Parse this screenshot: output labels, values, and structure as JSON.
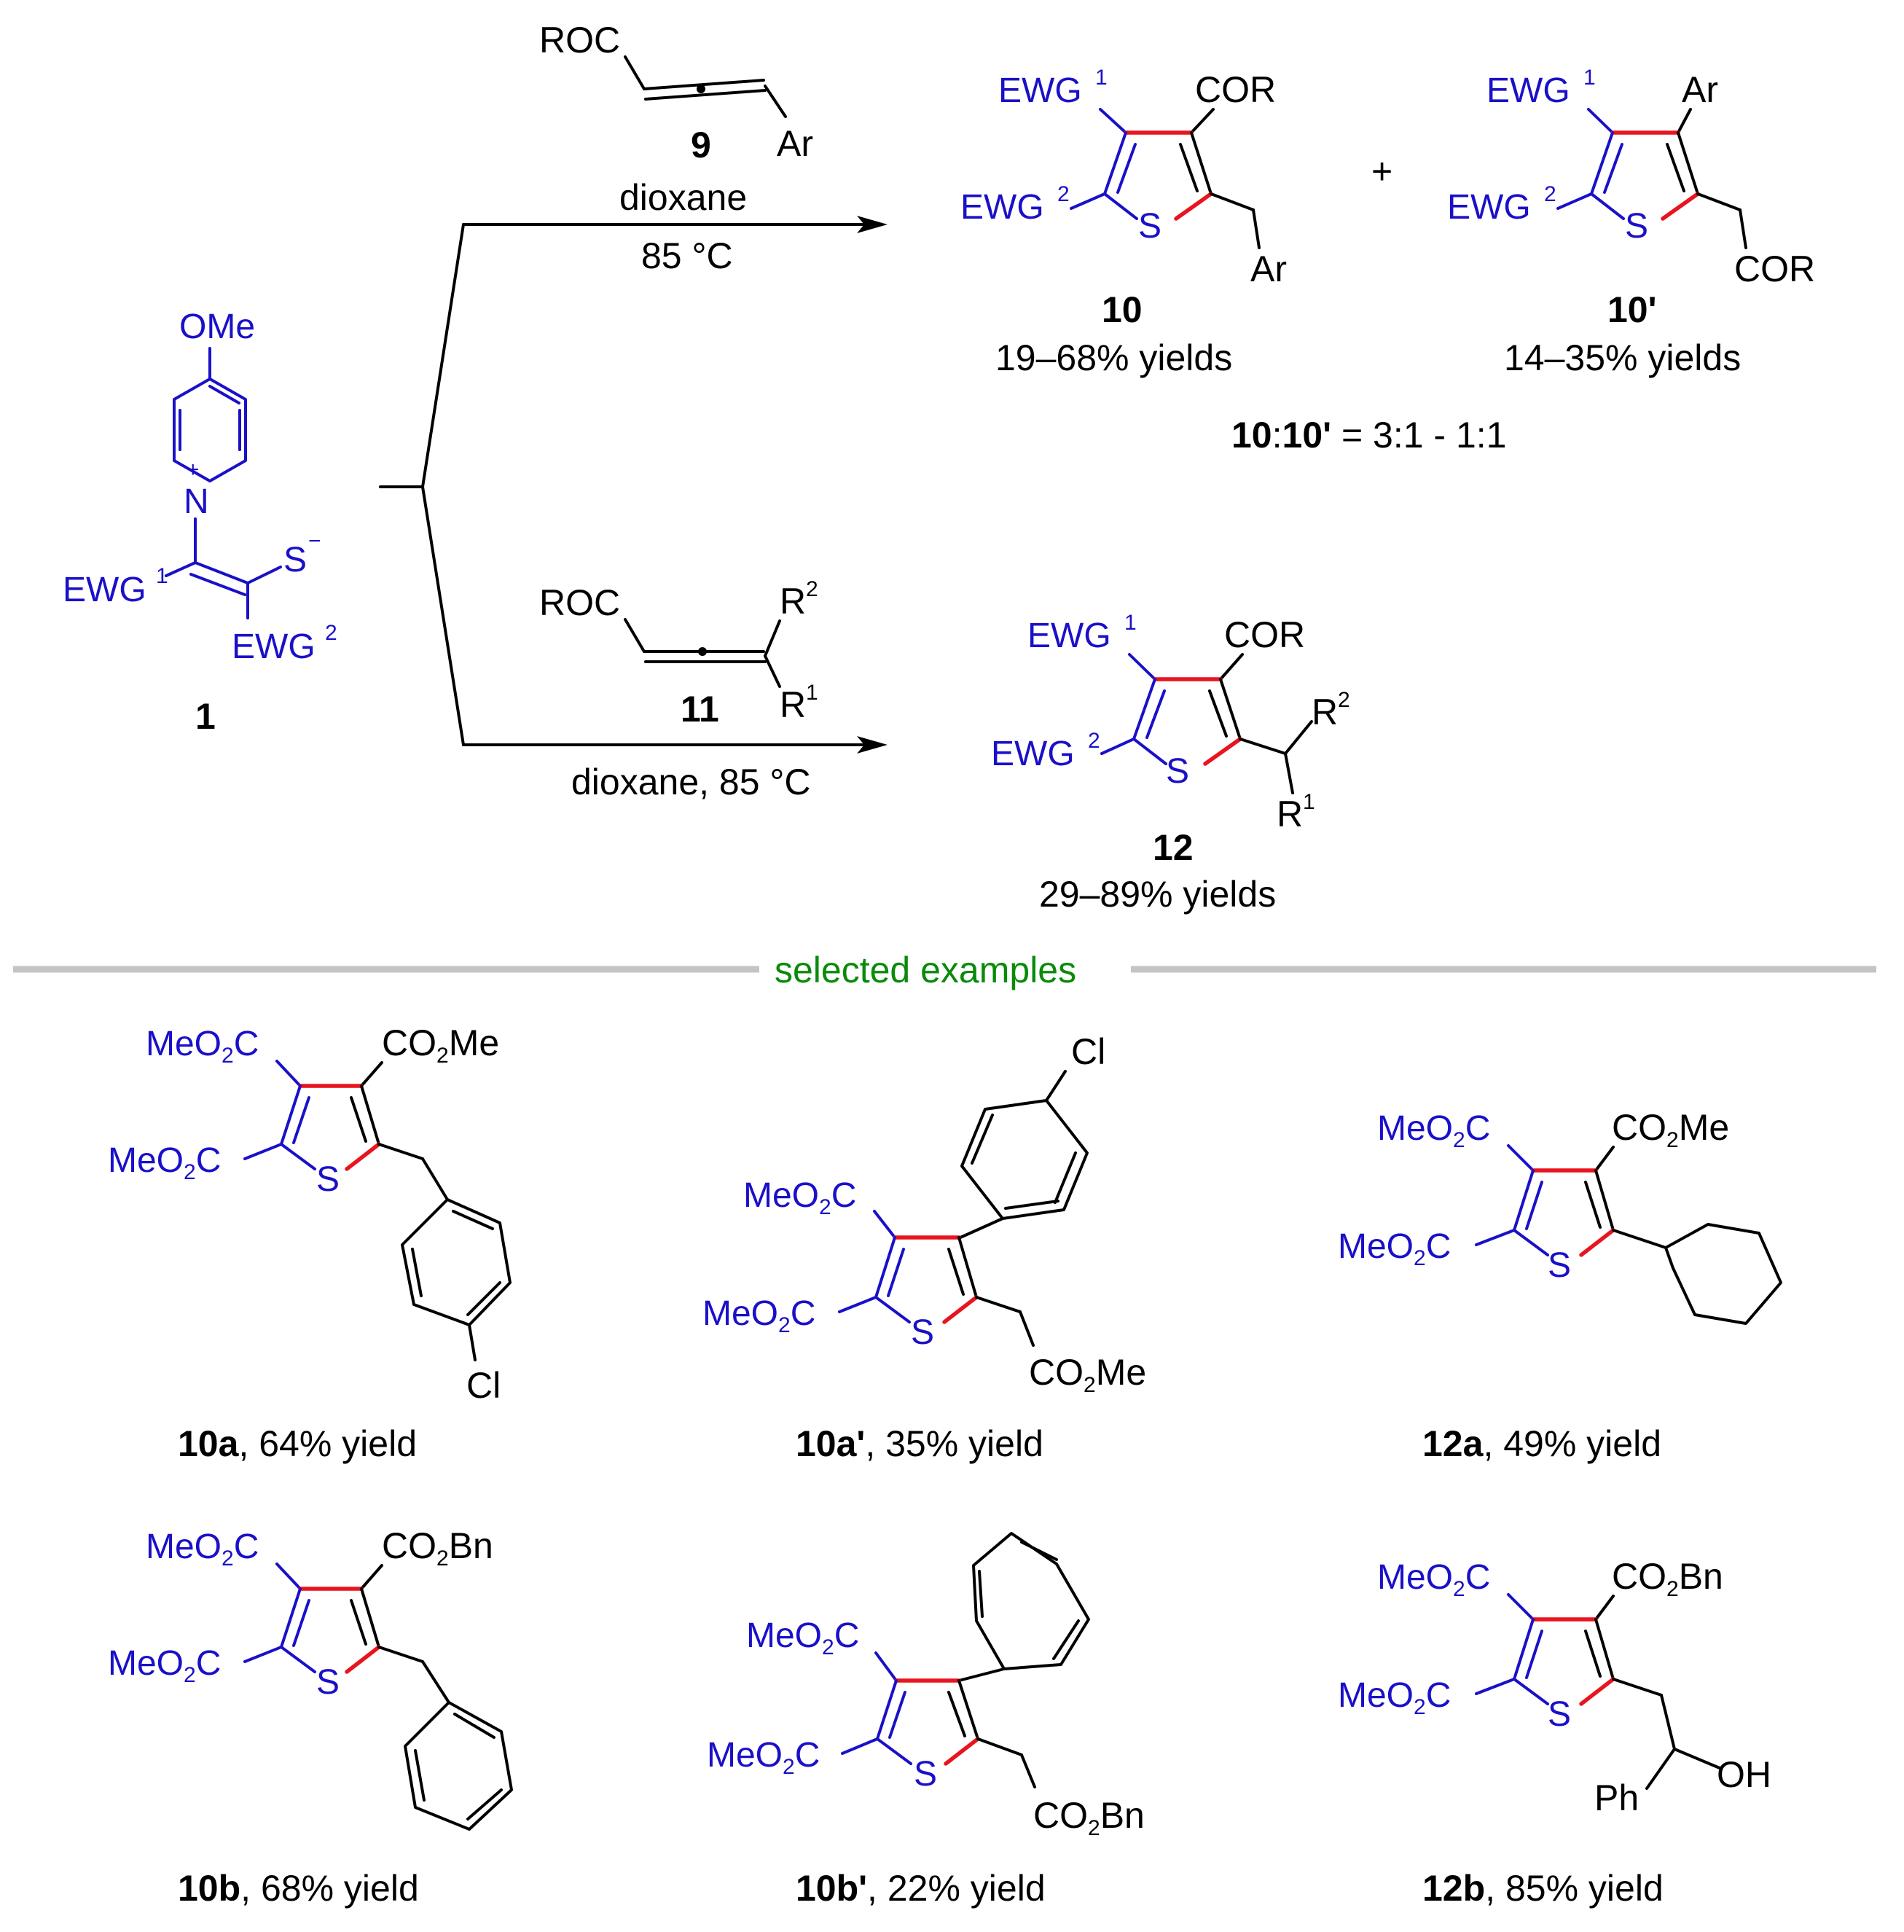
{
  "colors": {
    "blue": "#1a10c8",
    "red": "#e8141e",
    "green": "#0a8a0a",
    "black": "#000000",
    "separator": "#c4c4c4"
  },
  "start": {
    "label": "1",
    "ome": "OMe",
    "ewg1": "EWG",
    "ewg2": "EWG",
    "s": "S",
    "s_charge": "−",
    "n": "N",
    "n_charge": "+",
    "sup1": "1",
    "sup2": "2"
  },
  "top_reaction": {
    "reagent_roc": "ROC",
    "reagent_ar": "Ar",
    "reagent_label": "9",
    "solvent": "dioxane",
    "temperature": "85 °C",
    "plus": "+",
    "product": {
      "label": "10",
      "ewg": "EWG",
      "sup1": "1",
      "sup2": "2",
      "cor": "COR",
      "ar": "Ar",
      "s": "S",
      "yield": "19–68% yields"
    },
    "product_prime": {
      "label": "10'",
      "ewg": "EWG",
      "sup1": "1",
      "sup2": "2",
      "ar": "Ar",
      "cor": "COR",
      "s": "S",
      "yield": "14–35% yields"
    },
    "ratio": {
      "a": "10",
      "colon": ":",
      "b": "10'",
      "rest": " = 3:1 - 1:1"
    }
  },
  "bottom_reaction": {
    "reagent_roc": "ROC",
    "reagent_r2": "R",
    "reagent_r1": "R",
    "sup1": "1",
    "sup2": "2",
    "reagent_label": "11",
    "conditions": "dioxane, 85 °C",
    "product": {
      "label": "12",
      "ewg": "EWG",
      "cor": "COR",
      "s": "S",
      "r": "R",
      "sup1": "1",
      "sup2": "2",
      "yield": "29–89% yields"
    }
  },
  "examples": {
    "heading": "selected examples",
    "meo2c": "MeO",
    "sub2": "2",
    "c": "C",
    "co2": "CO",
    "me": "Me",
    "bn": "Bn",
    "s": "S",
    "cl": "Cl",
    "ph": "Ph",
    "oh": "OH",
    "items": [
      {
        "id": "10a",
        "text": ", 64% yield"
      },
      {
        "id": "10a'",
        "text": ", 35% yield"
      },
      {
        "id": "12a",
        "text": ", 49% yield"
      },
      {
        "id": "10b",
        "text": ", 68% yield"
      },
      {
        "id": "10b'",
        "text": ", 22% yield"
      },
      {
        "id": "12b",
        "text": ", 85% yield"
      }
    ]
  }
}
